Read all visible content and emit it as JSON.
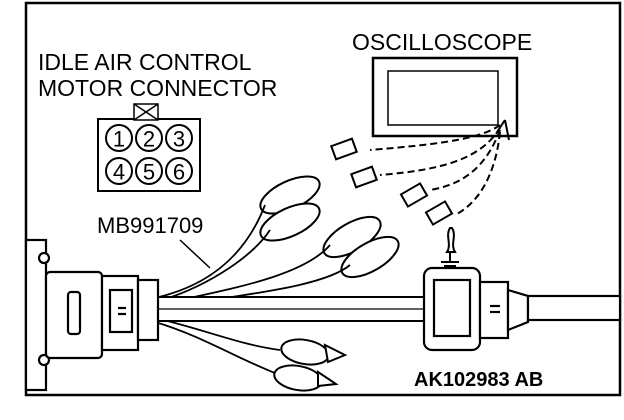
{
  "labels": {
    "connector_title_line1": "IDLE AIR CONTROL",
    "connector_title_line2": "MOTOR CONNECTOR",
    "oscilloscope": "OSCILLOSCOPE",
    "harness_tool": "MB991709",
    "figure_code": "AK102983 AB"
  },
  "connector_pins": [
    "1",
    "2",
    "3",
    "4",
    "5",
    "6"
  ],
  "colors": {
    "line": "#000000",
    "background": "#ffffff"
  }
}
